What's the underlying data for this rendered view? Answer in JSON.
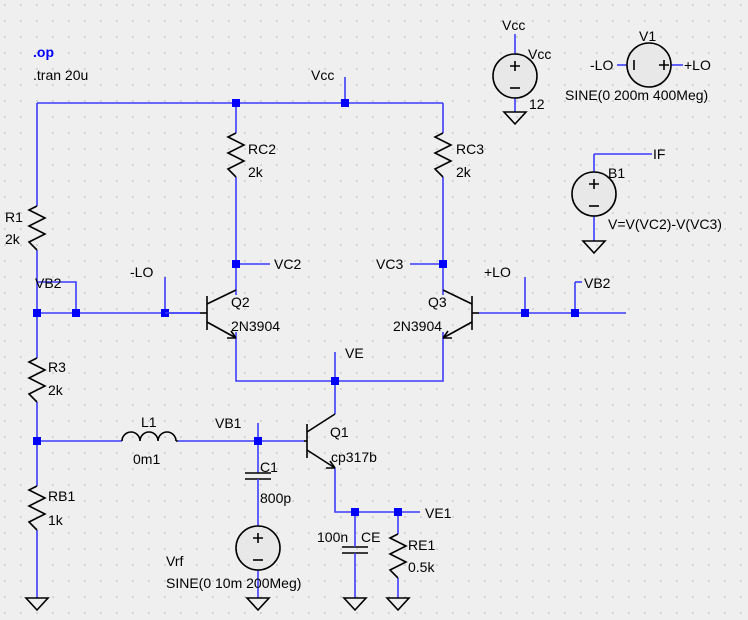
{
  "directives": {
    "op": ".op",
    "tran": ".tran 20u"
  },
  "vcc_label": "Vcc",
  "sources": {
    "vcc": {
      "label": "Vcc",
      "name": "Vcc",
      "value": "12"
    },
    "v1": {
      "name": "V1",
      "minus": "-LO",
      "plus": "+LO",
      "value": "SINE(0 200m 400Meg)"
    },
    "b1": {
      "name": "B1",
      "net": "IF",
      "value": "V=V(VC2)-V(VC3)"
    },
    "vrf": {
      "name": "Vrf",
      "value": "SINE(0 10m 200Meg)"
    }
  },
  "components": {
    "r1": {
      "name": "R1",
      "value": "2k"
    },
    "r3": {
      "name": "R3",
      "value": "2k"
    },
    "rb1": {
      "name": "RB1",
      "value": "1k"
    },
    "rc2": {
      "name": "RC2",
      "value": "2k"
    },
    "rc3": {
      "name": "RC3",
      "value": "2k"
    },
    "re1": {
      "name": "RE1",
      "value": "0.5k"
    },
    "l1": {
      "name": "L1",
      "value": "0m1"
    },
    "c1": {
      "name": "C1",
      "value": "800p"
    },
    "ce": {
      "name": "CE",
      "value": "100n"
    },
    "q1": {
      "name": "Q1",
      "model": "cp317b"
    },
    "q2": {
      "name": "Q2",
      "model": "2N3904"
    },
    "q3": {
      "name": "Q3",
      "model": "2N3904"
    }
  },
  "nets": {
    "vb2_left": "VB2",
    "vb2_right": "VB2",
    "minus_lo": "-LO",
    "plus_lo": "+LO",
    "vc2": "VC2",
    "vc3": "VC3",
    "ve": "VE",
    "vb1": "VB1",
    "ve1": "VE1"
  }
}
